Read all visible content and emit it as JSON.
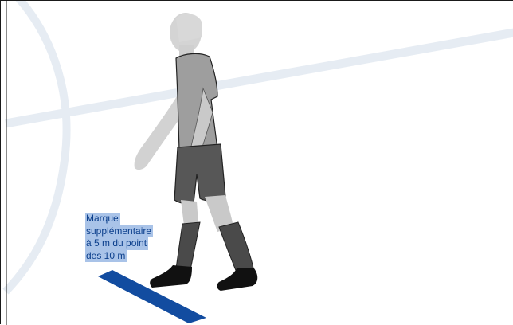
{
  "annotation": {
    "lines": [
      "Marque",
      "supplémentaire",
      "à 5 m du point",
      "des 10 m"
    ]
  },
  "colors": {
    "field_line": "#e6ecf3",
    "marker_strip": "#124ca0",
    "label_highlight": "#a9c3e8",
    "label_text": "#0c3f8c",
    "shirt": "#9e9e9e",
    "shorts": "#575757",
    "skin": "#cdcdcd",
    "socks": "#4a4a4a",
    "boots": "#111111"
  },
  "icons": [
    "referee-figure",
    "center-circle-arc",
    "field-line",
    "mark-strip"
  ]
}
